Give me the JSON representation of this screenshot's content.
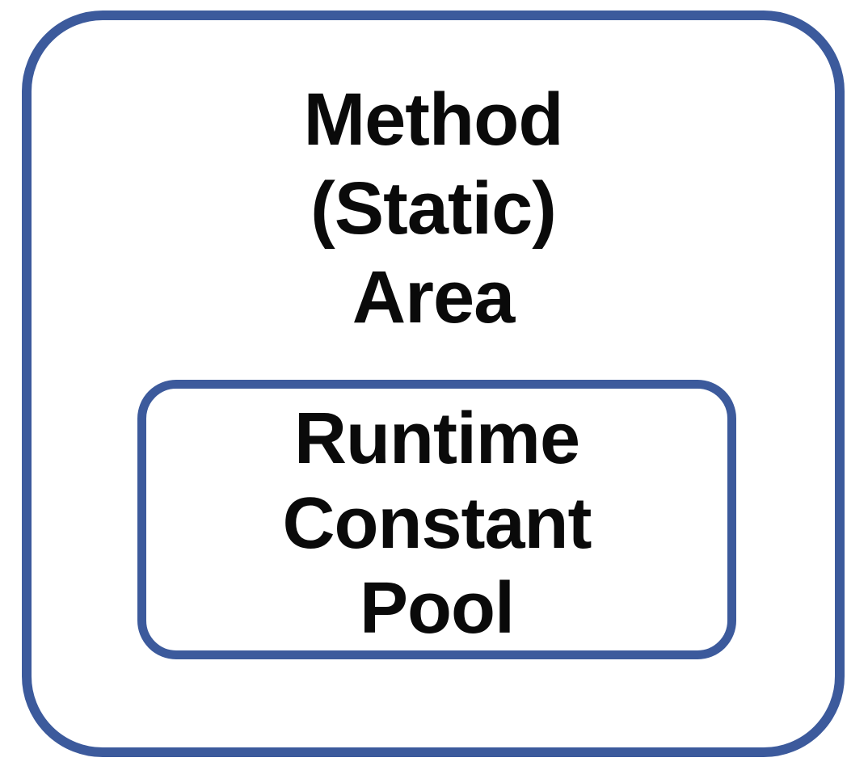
{
  "colors": {
    "box_border": "#3C5A9C",
    "text": "#0A0A0A",
    "background": "#FFFFFF"
  },
  "diagram": {
    "outer_box": {
      "title": "Method (Static) Area",
      "lines": [
        "Method",
        "(Static)",
        "Area"
      ]
    },
    "inner_box": {
      "title": "Runtime Constant Pool",
      "lines": [
        "Runtime",
        "Constant",
        "Pool"
      ]
    }
  }
}
